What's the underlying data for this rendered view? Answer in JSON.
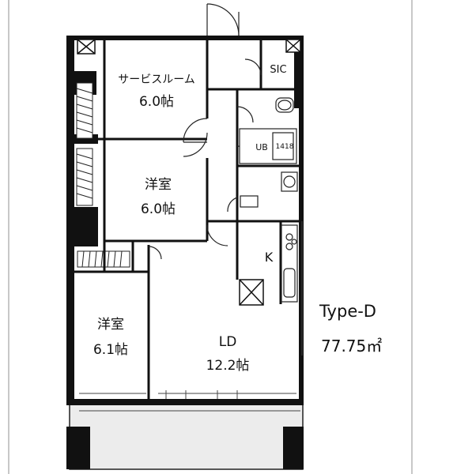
{
  "plan": {
    "type_label": "Type-D",
    "area": "77.75㎡",
    "rooms": [
      {
        "id": "service",
        "name": "サービスルーム",
        "size": "6.0帖"
      },
      {
        "id": "west1",
        "name": "洋室",
        "size": "6.0帖"
      },
      {
        "id": "west2",
        "name": "洋室",
        "size": "6.1帖"
      },
      {
        "id": "ld",
        "name": "LD",
        "size": "12.2帖"
      }
    ],
    "labels": {
      "sic": "SIC",
      "ub": "UB",
      "ub_size": "1418",
      "kitchen": "K"
    }
  }
}
